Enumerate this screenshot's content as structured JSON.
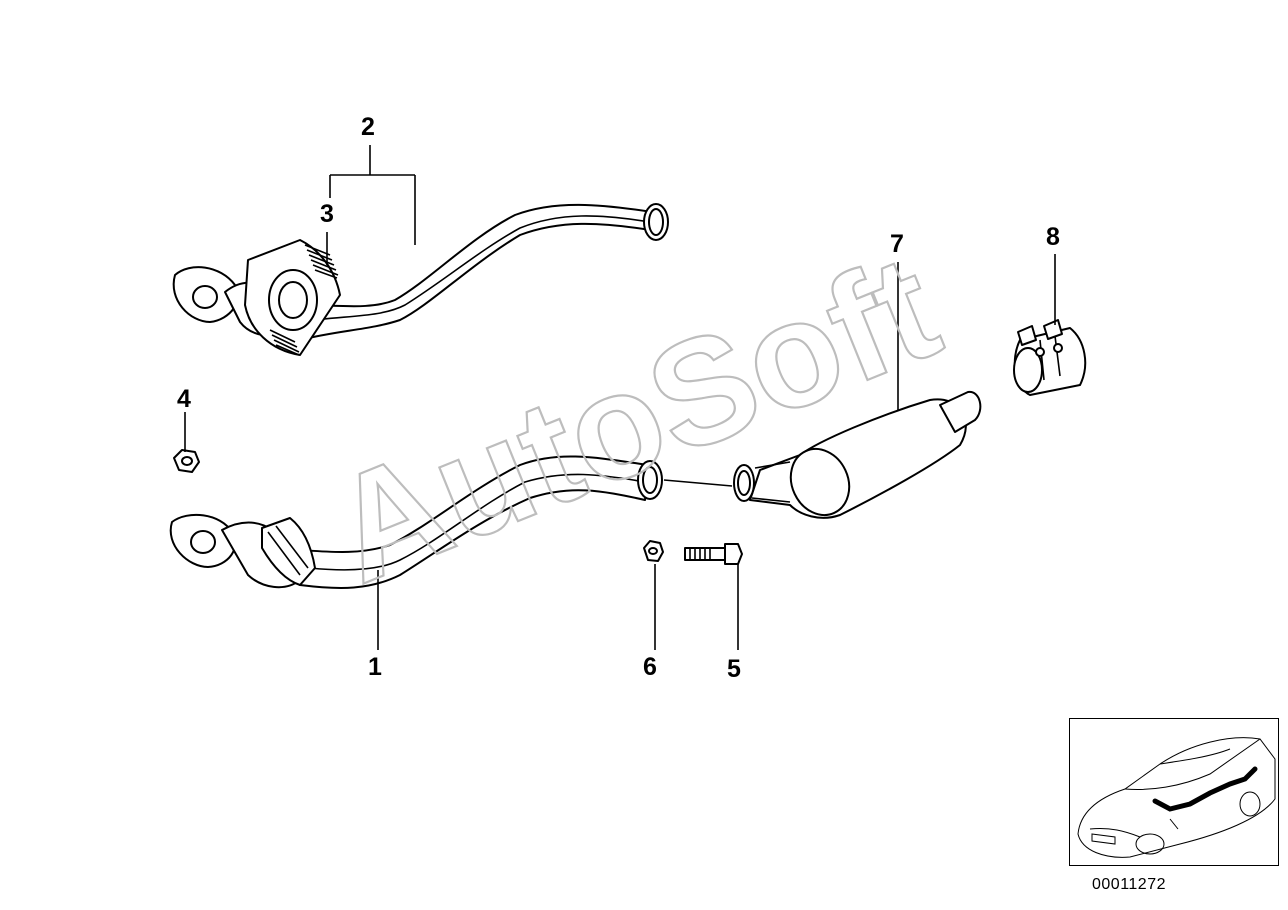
{
  "watermark": "AutoSoft",
  "callouts": {
    "c1": "1",
    "c2": "2",
    "c3": "3",
    "c4": "4",
    "c5": "5",
    "c6": "6",
    "c7": "7",
    "c8": "8"
  },
  "doc_number": "00011272"
}
